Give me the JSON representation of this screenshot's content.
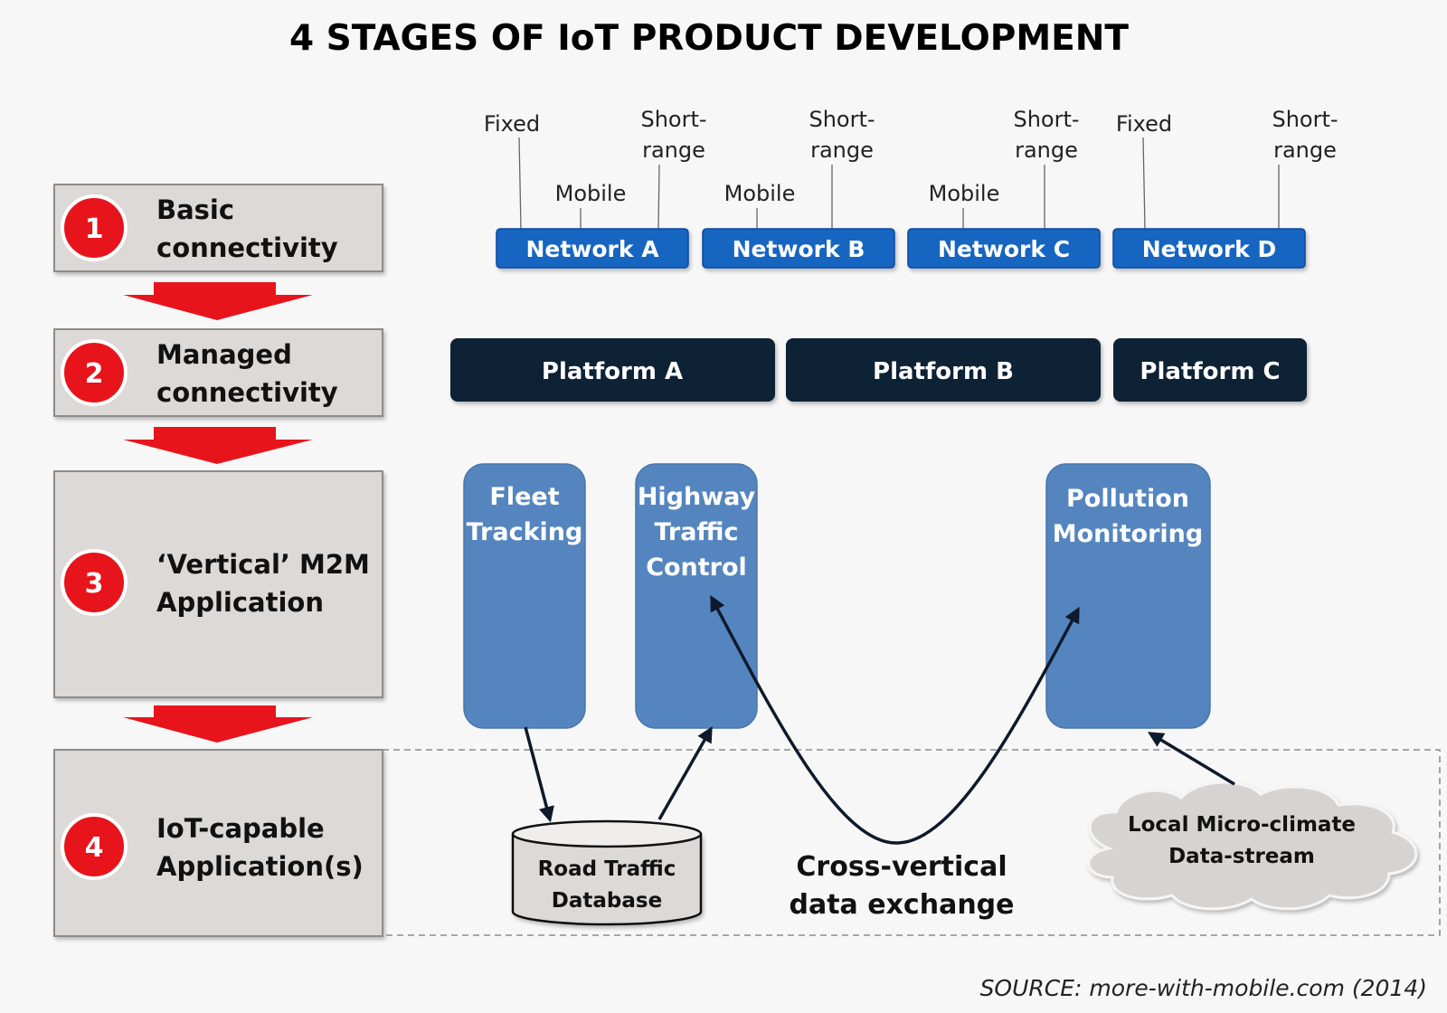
{
  "title": "4 STAGES OF IoT PRODUCT DEVELOPMENT",
  "stages": [
    {
      "number": "1",
      "line1": "Basic",
      "line2": "connectivity"
    },
    {
      "number": "2",
      "line1": "Managed",
      "line2": "connectivity"
    },
    {
      "number": "3",
      "line1": "‘Vertical’ M2M",
      "line2": "Application"
    },
    {
      "number": "4",
      "line1": "IoT-capable",
      "line2": "Application(s)"
    }
  ],
  "networks": [
    {
      "label": "Network A",
      "tags": {
        "fixed": "Fixed",
        "mobile": "Mobile",
        "short1": "Short-",
        "short2": "range"
      }
    },
    {
      "label": "Network B",
      "tags": {
        "mobile": "Mobile",
        "short1": "Short-",
        "short2": "range"
      }
    },
    {
      "label": "Network C",
      "tags": {
        "mobile": "Mobile",
        "short1": "Short-",
        "short2": "range"
      }
    },
    {
      "label": "Network D",
      "tags": {
        "fixed": "Fixed",
        "short1": "Short-",
        "short2": "range"
      }
    }
  ],
  "platforms": [
    "Platform A",
    "Platform B",
    "Platform C"
  ],
  "applications": [
    {
      "lines": [
        "Fleet",
        "Tracking"
      ]
    },
    {
      "lines": [
        "Highway",
        "Traffic",
        "Control"
      ]
    },
    {
      "lines": [
        "Pollution",
        "Monitoring"
      ]
    }
  ],
  "database": {
    "line1": "Road Traffic",
    "line2": "Database"
  },
  "cloud": {
    "line1": "Local Micro-climate",
    "line2": "Data-stream"
  },
  "cross_vertical": {
    "line1": "Cross-vertical",
    "line2": "data exchange"
  },
  "source": "SOURCE: more-with-mobile.com (2014)",
  "colors": {
    "stage_circle": "#e8141b",
    "network": "#1565c0",
    "platform": "#0c2036",
    "application": "#5585bf",
    "stage_box": "#dcd9d7"
  }
}
